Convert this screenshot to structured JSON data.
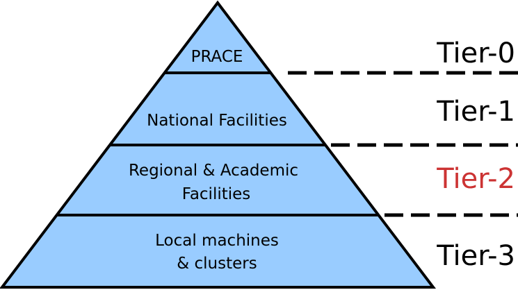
{
  "pyramid": {
    "fill_color": "#99ccff",
    "stroke_color": "#000000",
    "layers": [
      {
        "lines": [
          "PRACE"
        ]
      },
      {
        "lines": [
          "National Facilities"
        ]
      },
      {
        "lines": [
          "Regional & Academic",
          "Facilities"
        ]
      },
      {
        "lines": [
          "Local machines",
          "& clusters"
        ]
      }
    ]
  },
  "tiers": [
    {
      "label": "Tier-0",
      "color": "#000000"
    },
    {
      "label": "Tier-1",
      "color": "#000000"
    },
    {
      "label": "Tier-2",
      "color": "#cc3333"
    },
    {
      "label": "Tier-3",
      "color": "#000000"
    }
  ]
}
